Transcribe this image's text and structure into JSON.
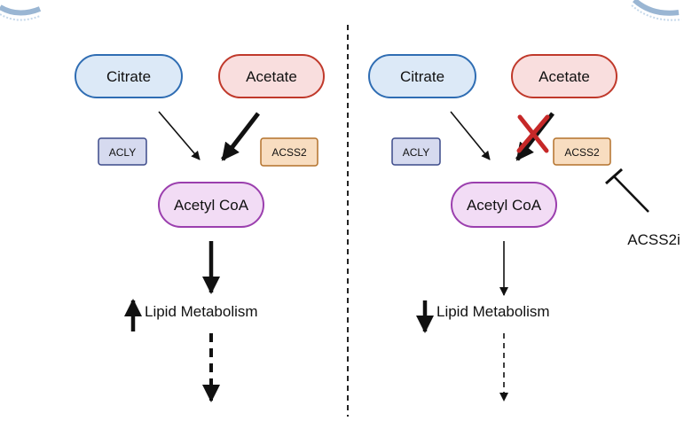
{
  "left_panel": {
    "substrate_1": "Citrate",
    "substrate_2": "Acetate",
    "enzyme_1": "ACLY",
    "enzyme_2": "ACSS2",
    "product": "Acetyl CoA",
    "outcome": "Lipid Metabolism",
    "outcome_direction": "up"
  },
  "right_panel": {
    "substrate_1": "Citrate",
    "substrate_2": "Acetate",
    "enzyme_1": "ACLY",
    "enzyme_2": "ACSS2",
    "product": "Acetyl CoA",
    "inhibitor": "ACSS2i",
    "outcome": "Lipid Metabolism",
    "outcome_direction": "down"
  },
  "icons": {
    "blocked_mark": "red-x-icon",
    "inhibition": "t-bar-inhibition-icon",
    "membrane": "lipid-membrane-icon"
  },
  "colors": {
    "citrate_fill": "#dce9f7",
    "citrate_stroke": "#2f6db3",
    "acetate_fill": "#f9dede",
    "acetate_stroke": "#c0392b",
    "acly_fill": "#d6daef",
    "acly_stroke": "#3c4a8a",
    "acss2_fill": "#f8ddc0",
    "acss2_stroke": "#b3712a",
    "acetylcoa_fill": "#f2dcf5",
    "acetylcoa_stroke": "#9b3fae",
    "block_mark": "#c62828"
  }
}
